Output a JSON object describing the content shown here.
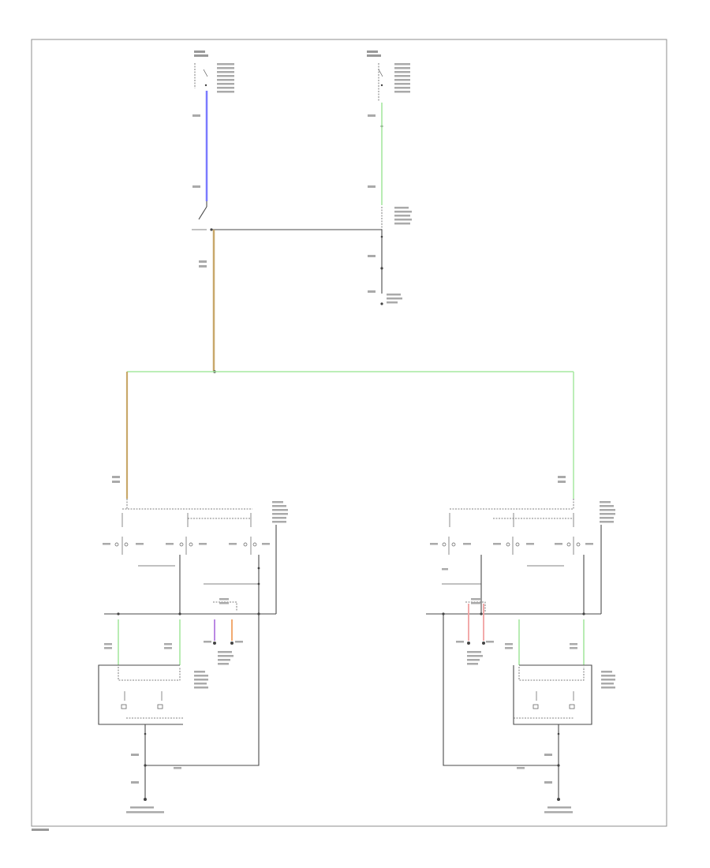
{
  "wire_colors": {
    "hot_at_all_times": "#7a7aff",
    "hot_in_run": "#a6e8a0",
    "power_switch_feed": "#c8a86a",
    "switch_bus": "#a6e8a0",
    "left_motor_a": "#a6e8a0",
    "left_motor_b": "#a6e8a0",
    "left_indicator_a": "#b27ae0",
    "left_indicator_b": "#f0a060",
    "right_indicator_a": "#f0a0a0",
    "right_indicator_b": "#f0a0a0",
    "right_motor_a": "#a6e8a0",
    "right_motor_b": "#a6e8a0",
    "ground": "#4a4a4a"
  },
  "components": [
    "fuse-hot-at-all-times",
    "fuse-hot-in-run",
    "power-window-relay",
    "left-power-window-switch",
    "right-power-window-switch",
    "left-window-lock-indicator",
    "right-window-lock-indicator",
    "left-front-window-motor",
    "right-front-window-motor",
    "left-ground-point",
    "right-ground-point"
  ]
}
